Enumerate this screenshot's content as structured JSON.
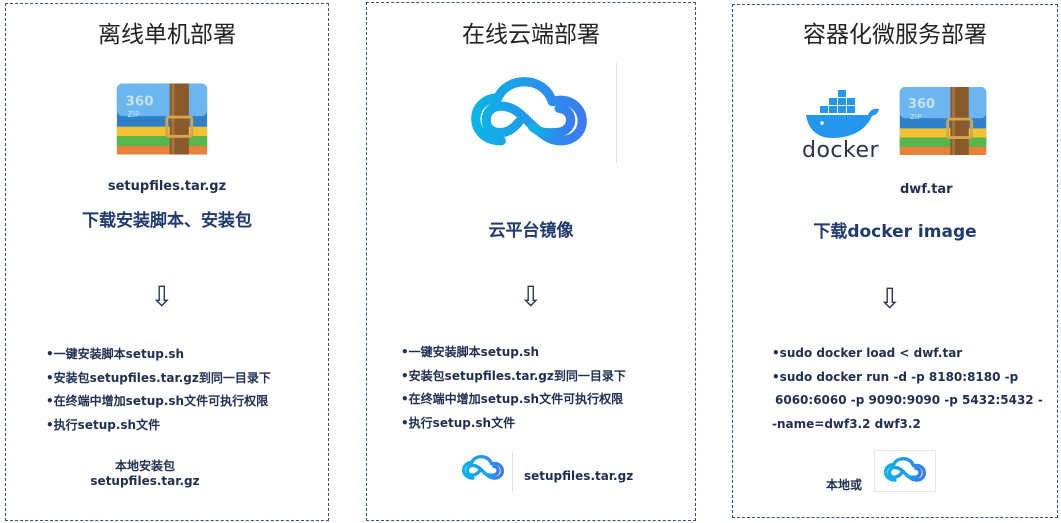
{
  "panels": [
    {
      "title": "离线单机部署",
      "file_label": "setupfiles.tar.gz",
      "action": "下载安装脚本、安装包",
      "arrow": "⇩",
      "steps": [
        "•一键安装脚本setup.sh",
        "•安装包setupfiles.tar.gz到同一目录下",
        "•在终端中增加setup.sh文件可执行权限",
        "•执行setup.sh文件"
      ],
      "footer_line1": "本地安装包",
      "footer_line2": "setupfiles.tar.gz",
      "icons": [
        "archive-360-icon"
      ]
    },
    {
      "title": "在线云端部署",
      "action": "云平台镜像",
      "arrow": "⇩",
      "steps": [
        "•一键安装脚本setup.sh",
        "•安装包setupfiles.tar.gz到同一目录下",
        "•在终端中增加setup.sh文件可执行权限",
        "•执行setup.sh文件"
      ],
      "footer_file": "setupfiles.tar.gz",
      "icons": [
        "cloud-icon"
      ]
    },
    {
      "title": "容器化微服务部署",
      "docker_text": "docker",
      "file_label": "dwf.tar",
      "action": "下载docker image",
      "arrow": "⇩",
      "steps": [
        "•sudo docker load < dwf.tar",
        "•sudo docker run -d -p 8180:8180 -p",
        "6060:6060 -p 9090:9090 -p 5432:5432 -",
        "-name=dwf3.2 dwf3.2"
      ],
      "footer": "本地或",
      "icons": [
        "docker-whale-icon",
        "archive-360-icon",
        "cloud-icon"
      ]
    }
  ],
  "colors": {
    "border": "#3d4f7a",
    "text_dark": "#1f2f52",
    "action": "#1f3a6e",
    "cloud": "#1fa6e8",
    "docker": "#2496ed"
  }
}
